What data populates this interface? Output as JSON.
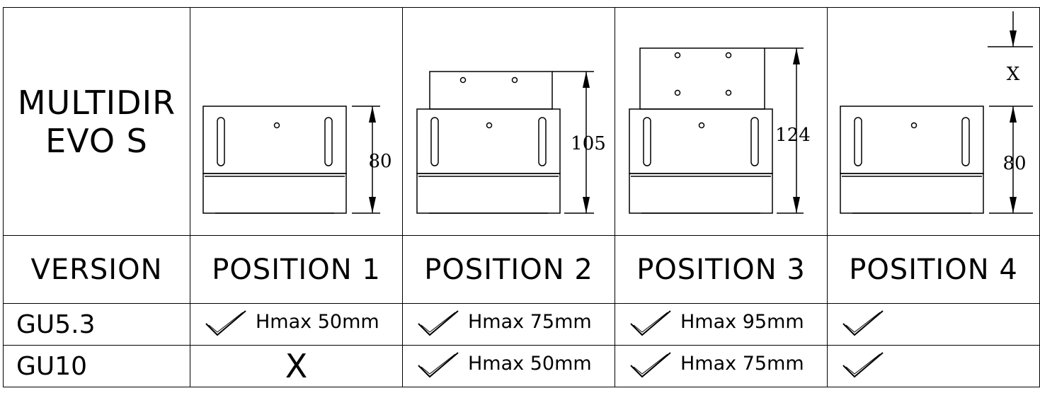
{
  "product": {
    "line1": "MULTIDIR",
    "line2": "EVO S"
  },
  "drawings": {
    "p1": {
      "dimension": "80"
    },
    "p2": {
      "dimension": "105"
    },
    "p3": {
      "dimension": "124"
    },
    "p4": {
      "dimension": "80",
      "offset_label": "X"
    }
  },
  "header": {
    "version_label": "VERSION",
    "positions": [
      "POSITION 1",
      "POSITION 2",
      "POSITION 3",
      "POSITION 4"
    ]
  },
  "rows": [
    {
      "version": "GU5.3",
      "cells": [
        "Hmax 50mm",
        "Hmax 75mm",
        "Hmax 95mm",
        ""
      ]
    },
    {
      "version": "GU10",
      "cells": [
        "X",
        "Hmax 50mm",
        "Hmax 75mm",
        ""
      ]
    }
  ]
}
